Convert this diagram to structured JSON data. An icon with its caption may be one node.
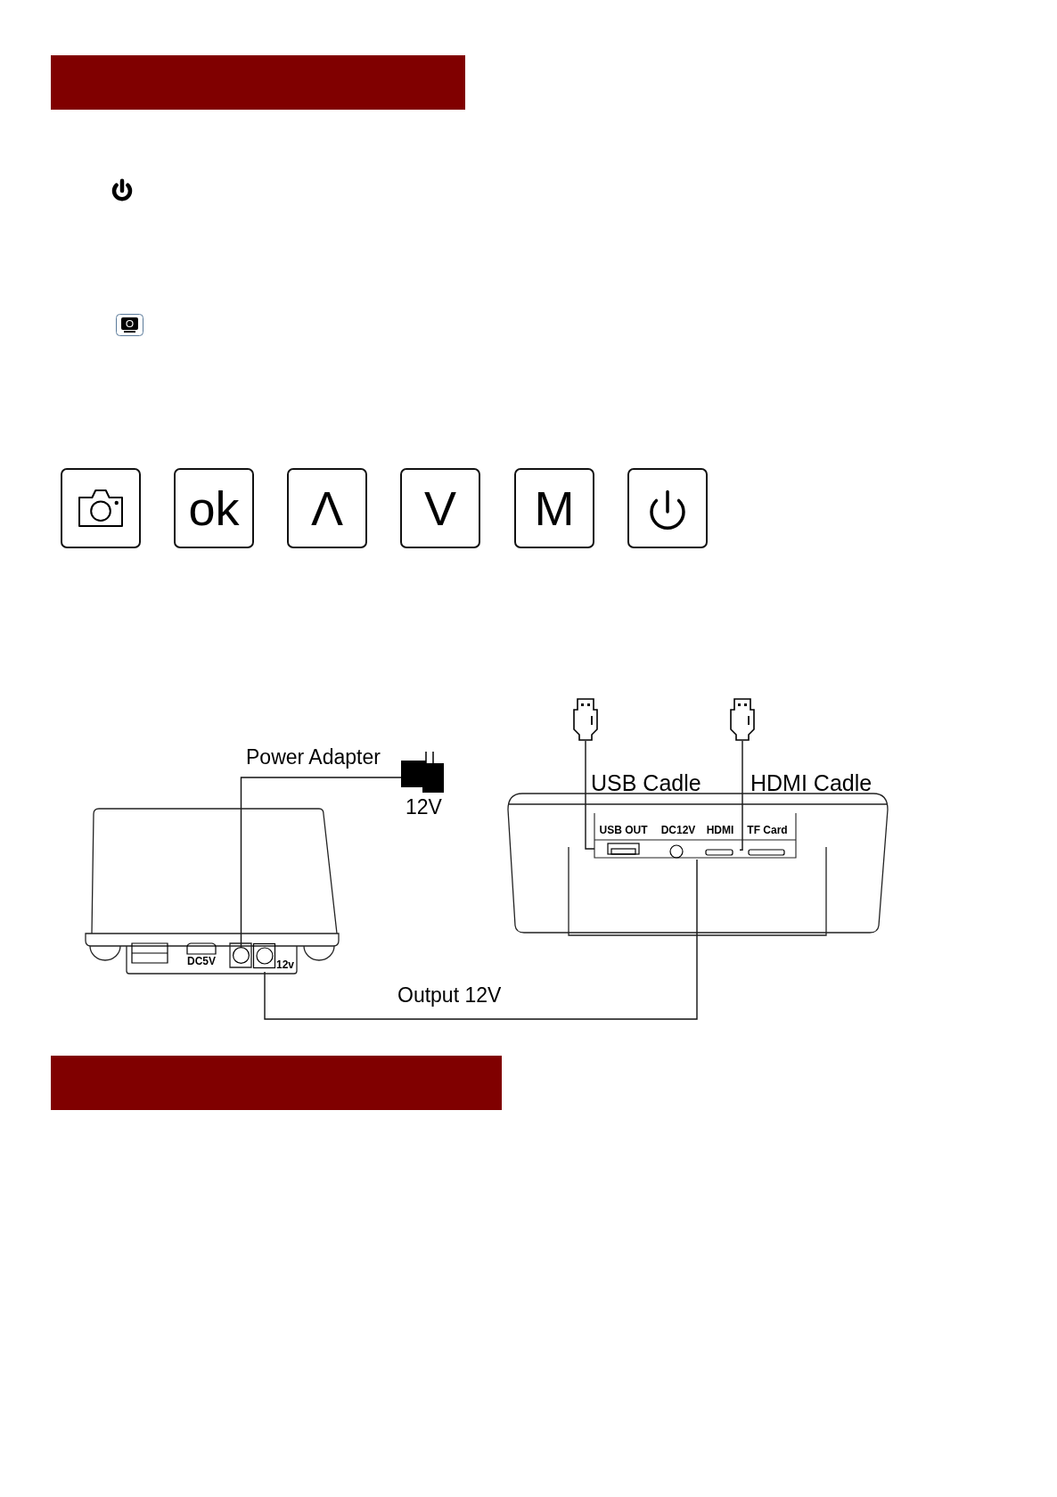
{
  "diagram": {
    "nodes": [
      {
        "text": [],
        "shape": "box"
      },
      {
        "text": [
          "ok"
        ]
      },
      {
        "text": [
          "Λ"
        ]
      },
      {
        "text": [
          "V"
        ]
      },
      {
        "text": [
          "M"
        ]
      },
      {
        "text": [],
        "shape": "box"
      },
      {
        "text": [],
        "shape": "plug"
      },
      {
        "text": [],
        "shape": "plug"
      },
      {
        "text": [],
        "shape": "plug",
        "beside": [
          "12V"
        ]
      },
      {
        "text": [],
        "shape": "box"
      },
      {
        "text": [
          "DC5V"
        ],
        "in": 9
      },
      {
        "text": [],
        "shape": "circle",
        "in": 9
      },
      {
        "text": [
          "12v"
        ],
        "in": 9
      },
      {
        "text": [],
        "shape": "box"
      },
      {
        "text": [
          "USB OUT"
        ],
        "in": 13
      },
      {
        "text": [
          "DC12V"
        ],
        "in": 13
      },
      {
        "text": [
          "HDMI"
        ],
        "in": 13
      },
      {
        "text": [
          "TF Card"
        ],
        "in": 13
      }
    ],
    "edges": [
      {
        "from": 8,
        "to": 11,
        "arrow": "none",
        "label": "Power Adapter"
      },
      {
        "from": 6,
        "to": 14,
        "arrow": "none",
        "label": "USB Cadle"
      },
      {
        "from": 7,
        "to": 16,
        "arrow": "none",
        "label": "HDMI Cadle"
      },
      {
        "from": 12,
        "to": 15,
        "arrow": "none",
        "label": "Output 12V"
      }
    ]
  }
}
